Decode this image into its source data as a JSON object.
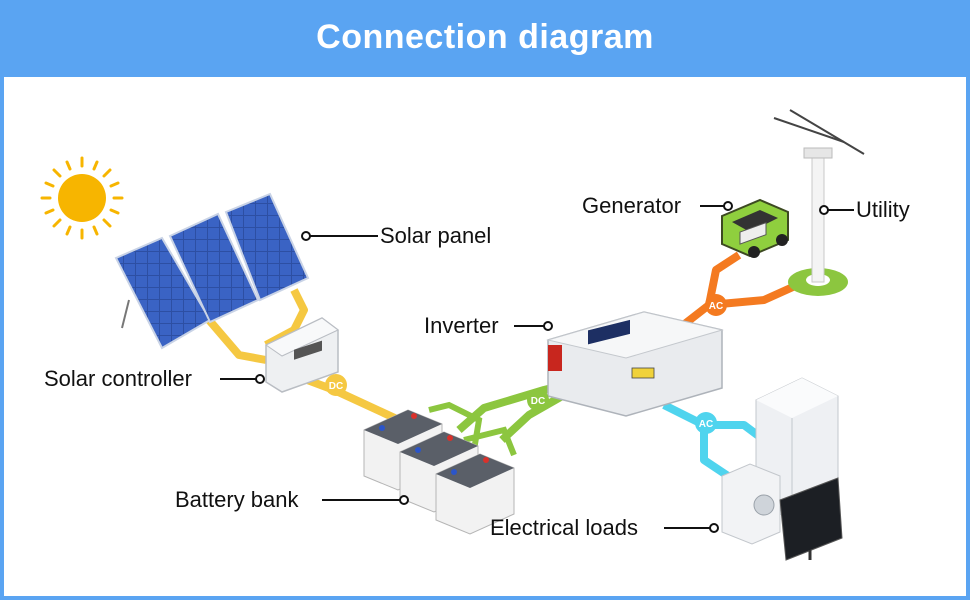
{
  "header": {
    "title": "Connection diagram"
  },
  "labels": {
    "solar_panel": "Solar panel",
    "solar_controller": "Solar controller",
    "battery_bank": "Battery bank",
    "inverter": "Inverter",
    "generator": "Generator",
    "utility": "Utility",
    "electrical_loads": "Electrical loads"
  },
  "badges": {
    "dc1": "DC",
    "dc2": "DC",
    "ac1": "AC",
    "ac2": "AC"
  },
  "colors": {
    "header": "#5aa4f2",
    "dc_line": "#f5c842",
    "battery_line": "#8cc63f",
    "generator_line": "#f47a20",
    "load_line": "#4fd4ee",
    "sun": "#f7b500"
  }
}
